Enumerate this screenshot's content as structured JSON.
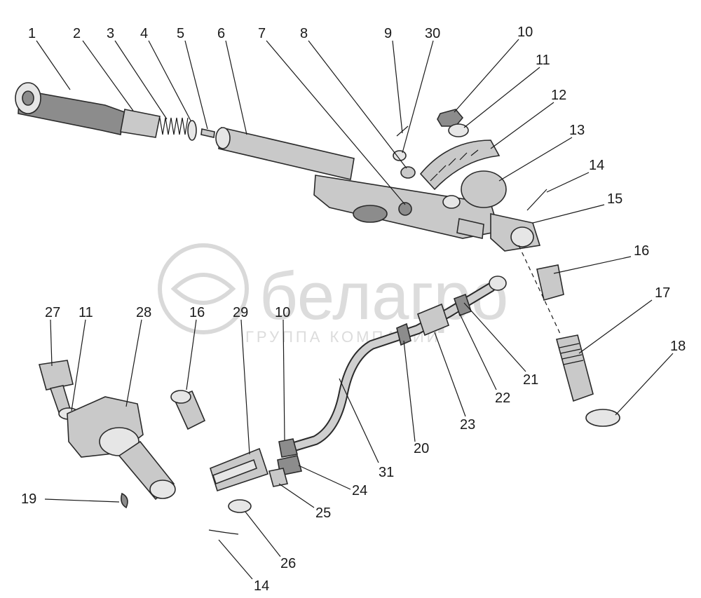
{
  "watermark": {
    "brand": "белагро",
    "tagline": "ГРУППА КОМПАНИЙ"
  },
  "callouts": [
    {
      "id": "c1",
      "text": "1"
    },
    {
      "id": "c2",
      "text": "2"
    },
    {
      "id": "c3",
      "text": "3"
    },
    {
      "id": "c4",
      "text": "4"
    },
    {
      "id": "c5",
      "text": "5"
    },
    {
      "id": "c6",
      "text": "6"
    },
    {
      "id": "c7",
      "text": "7"
    },
    {
      "id": "c8",
      "text": "8"
    },
    {
      "id": "c9",
      "text": "9"
    },
    {
      "id": "c30",
      "text": "30"
    },
    {
      "id": "c10a",
      "text": "10"
    },
    {
      "id": "c11a",
      "text": "11"
    },
    {
      "id": "c12",
      "text": "12"
    },
    {
      "id": "c13",
      "text": "13"
    },
    {
      "id": "c14a",
      "text": "14"
    },
    {
      "id": "c15",
      "text": "15"
    },
    {
      "id": "c16a",
      "text": "16"
    },
    {
      "id": "c17",
      "text": "17"
    },
    {
      "id": "c18",
      "text": "18"
    },
    {
      "id": "c27",
      "text": "27"
    },
    {
      "id": "c11b",
      "text": "11"
    },
    {
      "id": "c28",
      "text": "28"
    },
    {
      "id": "c16b",
      "text": "16"
    },
    {
      "id": "c29",
      "text": "29"
    },
    {
      "id": "c10b",
      "text": "10"
    },
    {
      "id": "c21",
      "text": "21"
    },
    {
      "id": "c22",
      "text": "22"
    },
    {
      "id": "c23",
      "text": "23"
    },
    {
      "id": "c20",
      "text": "20"
    },
    {
      "id": "c31",
      "text": "31"
    },
    {
      "id": "c24",
      "text": "24"
    },
    {
      "id": "c25",
      "text": "25"
    },
    {
      "id": "c19",
      "text": "19"
    },
    {
      "id": "c26",
      "text": "26"
    },
    {
      "id": "c14b",
      "text": "14"
    }
  ]
}
